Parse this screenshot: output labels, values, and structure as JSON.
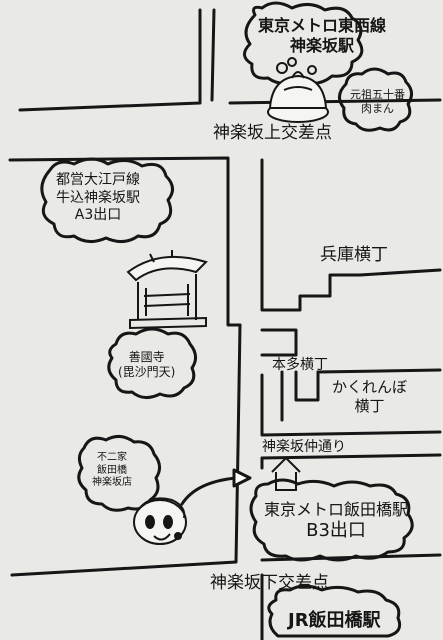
{
  "streets": {
    "upper_crossing": "神楽坂上交差点",
    "lower_crossing": "神楽坂下交差点",
    "nakadori": "神楽坂仲通り",
    "hyogo_yokocho": "兵庫横丁",
    "honda_yokocho": "本多横丁",
    "kakurenbo_line1": "かくれんぼ",
    "kakurenbo_line2": "横丁"
  },
  "stations": {
    "tozai_line1": "東京メトロ東西線",
    "tozai_line2": "神楽坂駅",
    "oedo_line1": "都営大江戸線",
    "oedo_line2": "牛込神楽坂駅",
    "oedo_line3": "A3出口",
    "iidabashi_line1": "東京メトロ飯田橋駅",
    "iidabashi_line2": "B3出口",
    "jr": "JR飯田橋駅"
  },
  "landmarks": {
    "nikuman_line1": "元祖五十番",
    "nikuman_line2": "肉まん",
    "zenkokuji_line1": "善國寺",
    "zenkokuji_line2": "(毘沙門天)",
    "fujiya_line1": "不二家",
    "fujiya_line2": "飯田橋",
    "fujiya_line3": "神楽坂店"
  },
  "colors": {
    "paper": "#e9e9e6",
    "ink": "#161616"
  },
  "icons": [
    "nikuman-icon",
    "temple-icon",
    "peko-chan-icon",
    "shop-house-icon",
    "arrow-icon"
  ]
}
